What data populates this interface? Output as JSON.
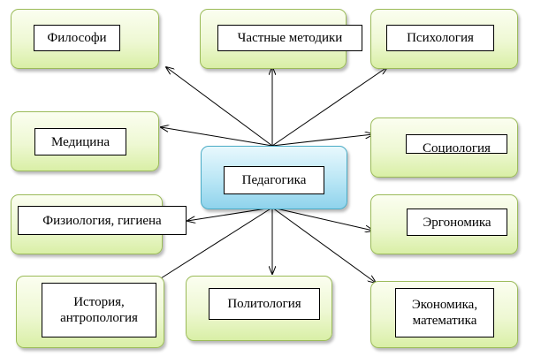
{
  "center": {
    "label": "Педагогика"
  },
  "nodes": {
    "philosophy": "Философи",
    "private_methods": "Частные методики",
    "psychology": "Психология",
    "medicine": "Медицина",
    "sociology": "Социология",
    "physiology": "Физиология, гигиена",
    "ergonomics": "Эргономика",
    "history": "История,\nантропология",
    "politology": "Политология",
    "economics": "Экономика,\nматематика"
  },
  "colors": {
    "node_border": "#9bbb59",
    "node_fill": "#eef8d3",
    "center_border": "#4bacc6",
    "center_fill": "#b9e6f5",
    "line": "#000000"
  }
}
